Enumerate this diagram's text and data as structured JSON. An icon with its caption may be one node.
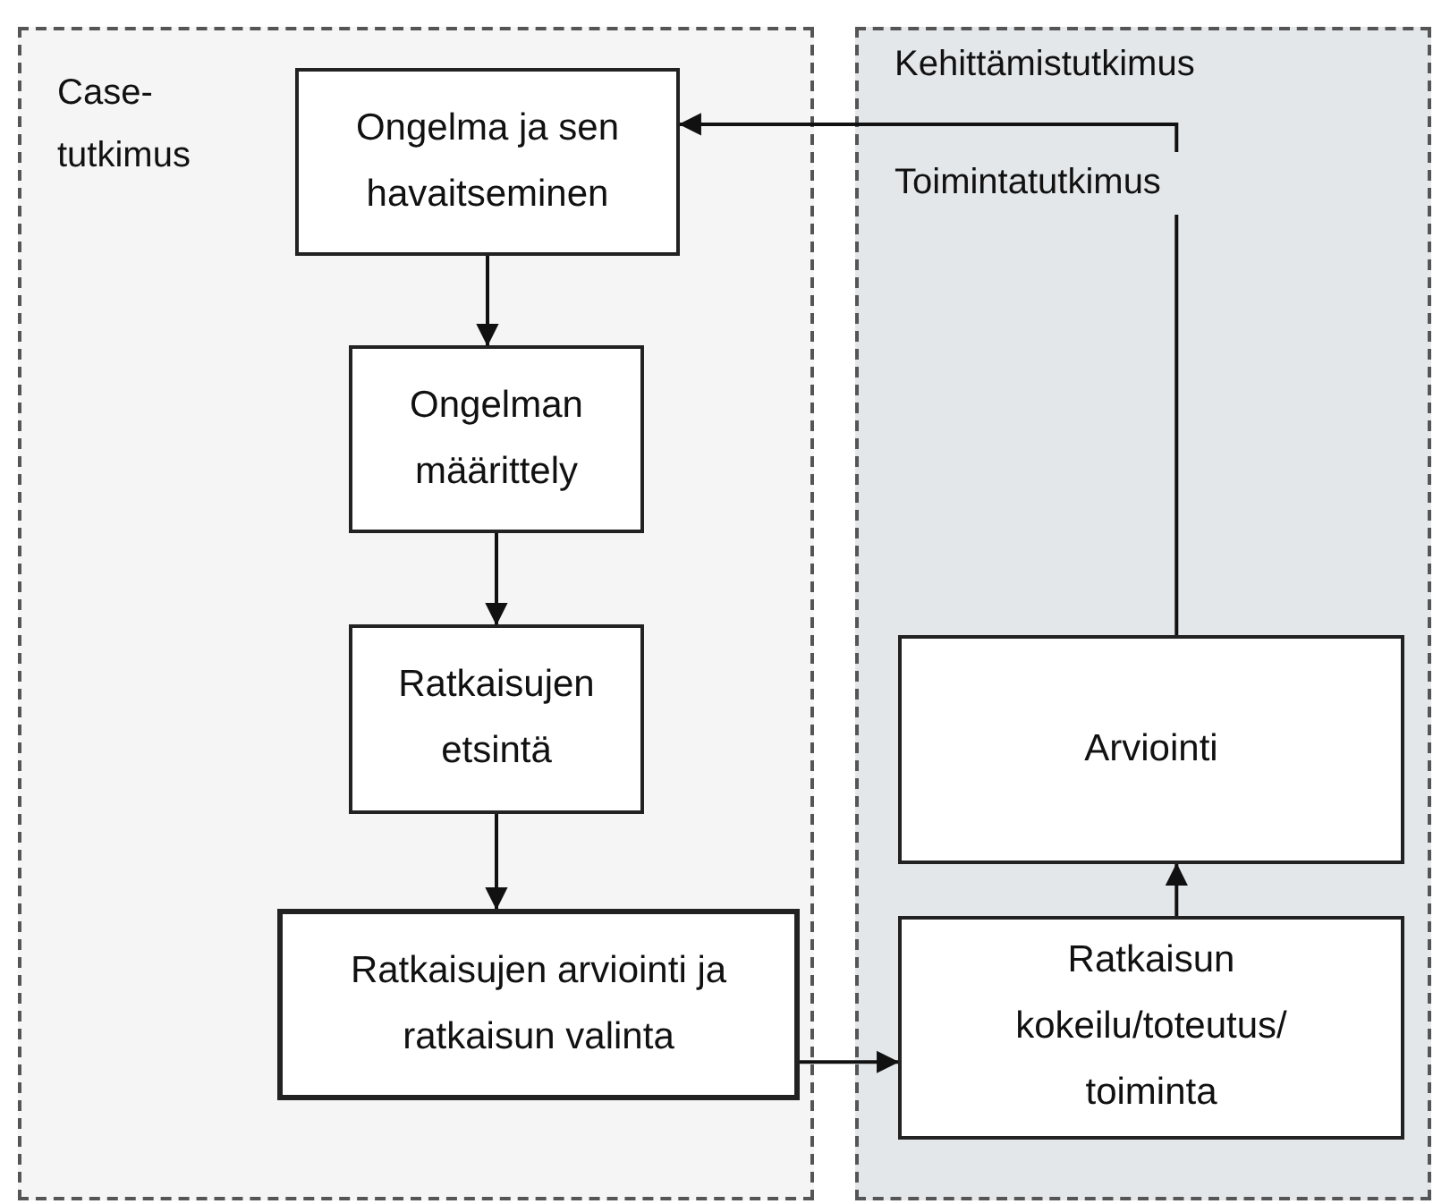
{
  "diagram": {
    "nodes": [
      {
        "text": [
          "Case- tutkimus"
        ]
      },
      {
        "text": [
          "Kehittämistutkimus",
          "Toimintatutkimus"
        ]
      },
      {
        "text": [
          "Ongelma ja sen havaitseminen"
        ],
        "in": 0
      },
      {
        "text": [
          "Ongelman määrittely"
        ],
        "in": 0
      },
      {
        "text": [
          "Ratkaisujen etsintä"
        ],
        "in": 0
      },
      {
        "text": [
          "Ratkaisujen arviointi ja ratkaisun valinta"
        ],
        "in": 0
      },
      {
        "text": [
          "Arviointi"
        ],
        "in": 1
      },
      {
        "text": [
          "Ratkaisun kokeilu/toteutus/ toiminta"
        ],
        "in": 1
      }
    ],
    "edges": [
      {
        "from": 2,
        "to": 3,
        "arrow": "to"
      },
      {
        "from": 3,
        "to": 4,
        "arrow": "to"
      },
      {
        "from": 4,
        "to": 5,
        "arrow": "to"
      },
      {
        "from": 5,
        "to": 7,
        "arrow": "to"
      },
      {
        "from": 7,
        "to": 6,
        "arrow": "to"
      },
      {
        "from": 6,
        "to": 2,
        "arrow": "to"
      }
    ]
  }
}
